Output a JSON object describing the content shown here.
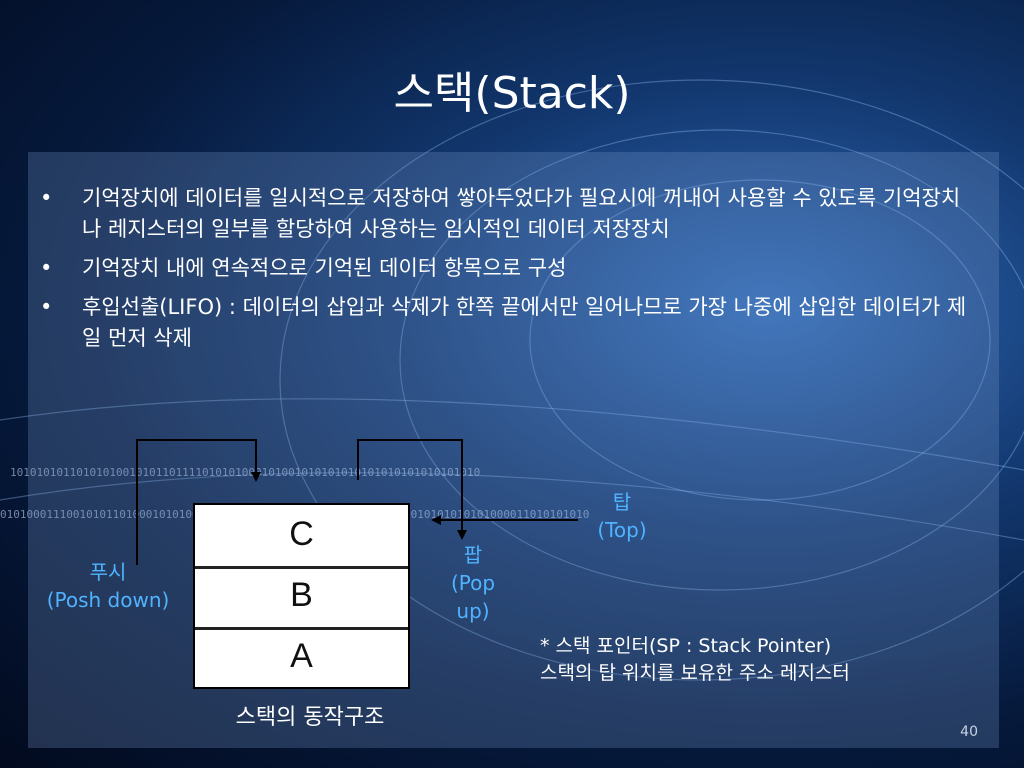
{
  "slide": {
    "title": "스택(Stack)",
    "bullets": [
      "기억장치에 데이터를 일시적으로 저장하여 쌓아두었다가 필요시에 꺼내어 사용할 수 있도록 기억장치나 레지스터의 일부를 할당하여 사용하는 임시적인 데이터 저장장치",
      "기억장치 내에 연속적으로 기억된 데이터 항목으로 구성",
      "후입선출(LIFO)  : 데이터의 삽입과 삭제가 한쪽 끝에서만 일어나므로 가장 나중에 삽입한 데이터가 제일 먼저 삭제"
    ],
    "bullet_symbol": "•",
    "page_number": "40"
  },
  "diagram": {
    "cells": [
      "C",
      "B",
      "A"
    ],
    "push_label": [
      "푸시",
      "(Posh down)"
    ],
    "pop_label": [
      "팝",
      "(Pop",
      "up)"
    ],
    "top_label": [
      "탑",
      "(Top)"
    ],
    "sp_note": [
      "* 스택 포인터(SP : Stack Pointer)",
      "스택의 탑 위치를 보유한 주소 레지스터"
    ],
    "caption": "스택의 동작구조"
  },
  "decor": {
    "binary_rows": [
      "10101010110101010010101101111010101000101001010101010101010101010101010",
      "01010001110010101101000101010001010101010101010111000101010101010101010101000011010101010"
    ]
  },
  "colors": {
    "background": "#0a2550",
    "panel": "#7896c8",
    "label_blue": "#4fb3ff",
    "text": "#ffffff",
    "arrow": "#000000"
  }
}
